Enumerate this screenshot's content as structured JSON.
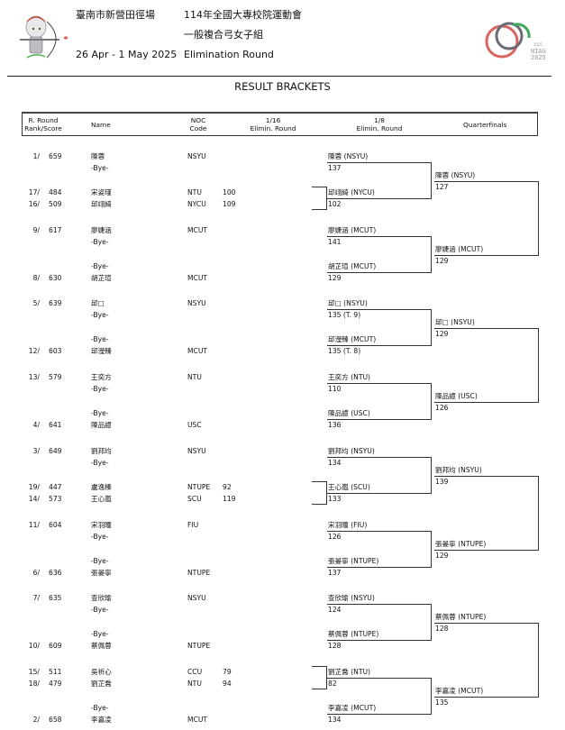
{
  "header": {
    "venue": "臺南市新營田徑場",
    "dates": "26 Apr - 1 May 2025",
    "event_title": "114年全國大專校院運動會",
    "division": "一般複合弓女子組",
    "round": "Elimination Round",
    "logo_small": "2025",
    "logo_text": "NIAG",
    "logo_year": "2025"
  },
  "section_title": "RESULT BRACKETS",
  "columns": {
    "rank_score": [
      "R. Round",
      "Rank/Score"
    ],
    "name": "Name",
    "noc": [
      "NOC",
      "Code"
    ],
    "r16": [
      "1/16",
      "Elimin. Round"
    ],
    "r8": [
      "1/8",
      "Elimin. Round"
    ],
    "qf": "Quarterfinals"
  },
  "bye_label": "-Bye-",
  "groups": [
    {
      "entries": [
        {
          "rank": "1/",
          "score": "659",
          "name": "陳蓉",
          "noc": "NSYU",
          "r16": ""
        },
        {
          "rank": "",
          "score": "",
          "name": "-Bye-",
          "noc": "",
          "r16": ""
        },
        {
          "rank": "17/",
          "score": "484",
          "name": "宋姿瑾",
          "noc": "NTU",
          "r16": "100"
        },
        {
          "rank": "16/",
          "score": "509",
          "name": "邱翊綺",
          "noc": "NYCU",
          "r16": "109"
        }
      ],
      "r8": [
        {
          "name": "陳蓉 (NSYU)",
          "score": "137"
        },
        {
          "name": "邱翊綺 (NYCU)",
          "score": "102"
        }
      ],
      "qf": {
        "name": "陳蓉 (NSYU)",
        "score": "127"
      }
    },
    {
      "entries": [
        {
          "rank": "9/",
          "score": "617",
          "name": "廖婕涵",
          "noc": "MCUT",
          "r16": ""
        },
        {
          "rank": "",
          "score": "",
          "name": "-Bye-",
          "noc": "",
          "r16": ""
        },
        {
          "rank": "",
          "score": "",
          "name": "-Bye-",
          "noc": "",
          "r16": ""
        },
        {
          "rank": "8/",
          "score": "630",
          "name": "胡芷瑄",
          "noc": "MCUT",
          "r16": ""
        }
      ],
      "r8": [
        {
          "name": "廖婕涵 (MCUT)",
          "score": "141"
        },
        {
          "name": "胡芷瑄 (MCUT)",
          "score": "129"
        }
      ],
      "qf": {
        "name": "廖婕涵 (MCUT)",
        "score": "129"
      }
    },
    {
      "entries": [
        {
          "rank": "5/",
          "score": "639",
          "name": "邱□",
          "noc": "NSYU",
          "r16": ""
        },
        {
          "rank": "",
          "score": "",
          "name": "-Bye-",
          "noc": "",
          "r16": ""
        },
        {
          "rank": "",
          "score": "",
          "name": "-Bye-",
          "noc": "",
          "r16": ""
        },
        {
          "rank": "12/",
          "score": "603",
          "name": "邱瀅臻",
          "noc": "MCUT",
          "r16": ""
        }
      ],
      "r8": [
        {
          "name": "邱□ (NSYU)",
          "score": "135 (T. 9)"
        },
        {
          "name": "邱瀅臻 (MCUT)",
          "score": "135 (T. 8)"
        }
      ],
      "qf": {
        "name": "邱□ (NSYU)",
        "score": "129"
      }
    },
    {
      "entries": [
        {
          "rank": "13/",
          "score": "579",
          "name": "王奕方",
          "noc": "NTU",
          "r16": ""
        },
        {
          "rank": "",
          "score": "",
          "name": "-Bye-",
          "noc": "",
          "r16": ""
        },
        {
          "rank": "",
          "score": "",
          "name": "-Bye-",
          "noc": "",
          "r16": ""
        },
        {
          "rank": "4/",
          "score": "641",
          "name": "陳品譩",
          "noc": "USC",
          "r16": ""
        }
      ],
      "r8": [
        {
          "name": "王奕方 (NTU)",
          "score": "110"
        },
        {
          "name": "陳品譩 (USC)",
          "score": "136"
        }
      ],
      "qf": {
        "name": "陳品譩 (USC)",
        "score": "126"
      }
    },
    {
      "entries": [
        {
          "rank": "3/",
          "score": "649",
          "name": "劉邦均",
          "noc": "NSYU",
          "r16": ""
        },
        {
          "rank": "",
          "score": "",
          "name": "-Bye-",
          "noc": "",
          "r16": ""
        },
        {
          "rank": "19/",
          "score": "447",
          "name": "盧逸榛",
          "noc": "NTUPE",
          "r16": "92"
        },
        {
          "rank": "14/",
          "score": "573",
          "name": "王心嵐",
          "noc": "SCU",
          "r16": "119"
        }
      ],
      "r8": [
        {
          "name": "劉邦均 (NSYU)",
          "score": "134"
        },
        {
          "name": "王心嵐 (SCU)",
          "score": "133"
        }
      ],
      "qf": {
        "name": "劉邦均 (NSYU)",
        "score": "139"
      }
    },
    {
      "entries": [
        {
          "rank": "11/",
          "score": "604",
          "name": "宋羽曈",
          "noc": "FIU",
          "r16": ""
        },
        {
          "rank": "",
          "score": "",
          "name": "-Bye-",
          "noc": "",
          "r16": ""
        },
        {
          "rank": "",
          "score": "",
          "name": "-Bye-",
          "noc": "",
          "r16": ""
        },
        {
          "rank": "6/",
          "score": "636",
          "name": "張晏寧",
          "noc": "NTUPE",
          "r16": ""
        }
      ],
      "r8": [
        {
          "name": "宋羽曈 (FIU)",
          "score": "126"
        },
        {
          "name": "張晏寧 (NTUPE)",
          "score": "137"
        }
      ],
      "qf": {
        "name": "張晏寧 (NTUPE)",
        "score": "129"
      }
    },
    {
      "entries": [
        {
          "rank": "7/",
          "score": "635",
          "name": "查欣瑜",
          "noc": "NSYU",
          "r16": ""
        },
        {
          "rank": "",
          "score": "",
          "name": "-Bye-",
          "noc": "",
          "r16": ""
        },
        {
          "rank": "",
          "score": "",
          "name": "-Bye-",
          "noc": "",
          "r16": ""
        },
        {
          "rank": "10/",
          "score": "609",
          "name": "蔡佩蓉",
          "noc": "NTUPE",
          "r16": ""
        }
      ],
      "r8": [
        {
          "name": "查欣瑜 (NSYU)",
          "score": "124"
        },
        {
          "name": "蔡佩蓉 (NTUPE)",
          "score": "128"
        }
      ],
      "qf": {
        "name": "蔡佩蓉 (NTUPE)",
        "score": "128"
      }
    },
    {
      "entries": [
        {
          "rank": "15/",
          "score": "511",
          "name": "吳祈心",
          "noc": "CCU",
          "r16": "79"
        },
        {
          "rank": "18/",
          "score": "479",
          "name": "劉芷喬",
          "noc": "NTU",
          "r16": "94"
        },
        {
          "rank": "",
          "score": "",
          "name": "-Bye-",
          "noc": "",
          "r16": ""
        },
        {
          "rank": "2/",
          "score": "658",
          "name": "李嘉凌",
          "noc": "MCUT",
          "r16": ""
        }
      ],
      "r8": [
        {
          "name": "劉芷喬 (NTU)",
          "score": "82"
        },
        {
          "name": "李嘉凌 (MCUT)",
          "score": "134"
        }
      ],
      "qf": {
        "name": "李嘉凌 (MCUT)",
        "score": "135"
      }
    }
  ],
  "colors": {
    "text": "#111111",
    "line": "#333333",
    "logo_red": "#d9655f",
    "logo_grey": "#6b6b75",
    "logo_green": "#3faa5a"
  }
}
